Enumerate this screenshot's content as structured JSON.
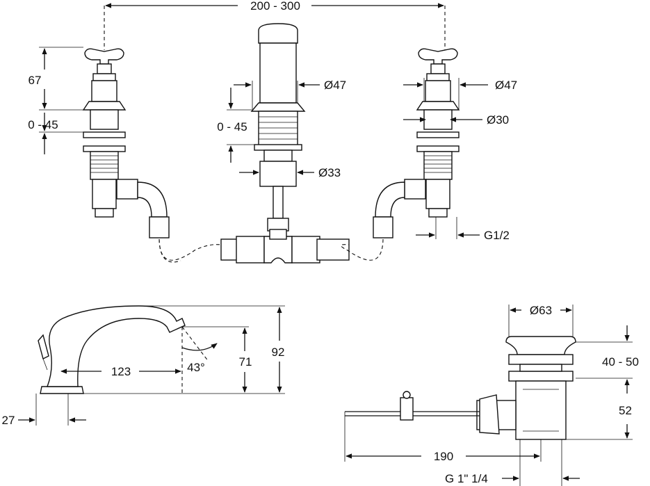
{
  "dimensions": {
    "spacing": "200 - 300",
    "handle_height": "67",
    "left_deck_range": "0 - 45",
    "center_deck_range": "0 - 45",
    "spout_diameter": "Ø47",
    "valve_diameter": "Ø47",
    "valve_body_diameter": "Ø30",
    "spout_thread_diameter": "Ø33",
    "inlet_thread": "G1/2",
    "spout_reach": "123",
    "spout_angle": "43°",
    "spout_outlet_height": "71",
    "spout_total_height": "92",
    "lever_offset": "27",
    "waste_diameter": "Ø63",
    "basin_thickness_range": "40 - 50",
    "waste_body_height": "52",
    "pull_rod_length": "190",
    "waste_thread": "G 1\" 1/4"
  }
}
